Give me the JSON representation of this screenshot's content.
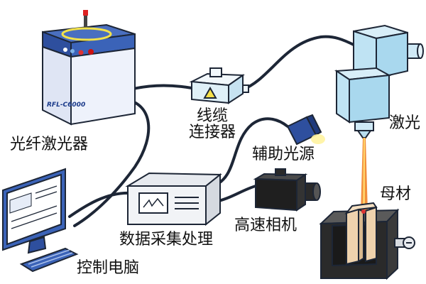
{
  "colors": {
    "device_blue": "#3b63b8",
    "device_light": "#eef2fb",
    "laser_head": "#bfe3f3",
    "cable": "#1d2636",
    "laser_beam": "#f07a1a",
    "connector_light": "#dff0f8",
    "warning_yellow": "#f6e04a"
  },
  "labels": {
    "fiber_laser": "光纤激光器",
    "laser_model": "RFL-C6000",
    "cable_connector_line1": "线缆",
    "cable_connector_line2": "连接器",
    "aux_light": "辅助光源",
    "laser_head": "激光",
    "base_material": "母材",
    "high_speed_camera": "高速相机",
    "data_processing": "数据采集处理",
    "control_pc": "控制电脑"
  },
  "icons": [
    "fiber-laser-icon",
    "cable-connector-icon",
    "laser-head-icon",
    "aux-light-icon",
    "high-speed-camera-icon",
    "data-processor-icon",
    "computer-icon",
    "keyboard-icon",
    "workpiece-fixture-icon"
  ]
}
